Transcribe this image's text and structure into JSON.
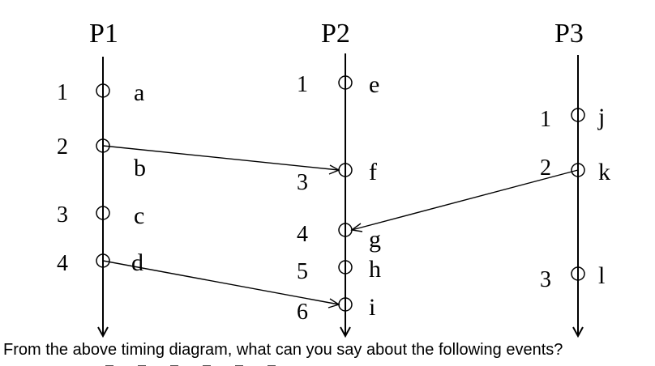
{
  "processes": [
    {
      "name": "P1",
      "events": [
        {
          "num": "1",
          "label": "a"
        },
        {
          "num": "2",
          "label": "b"
        },
        {
          "num": "3",
          "label": "c"
        },
        {
          "num": "4",
          "label": "d"
        }
      ]
    },
    {
      "name": "P2",
      "events": [
        {
          "num": "1",
          "label": "e"
        },
        {
          "num": "3",
          "label": "f"
        },
        {
          "num": "4",
          "label": "g"
        },
        {
          "num": "5",
          "label": "h"
        },
        {
          "num": "6",
          "label": "i"
        }
      ]
    },
    {
      "name": "P3",
      "events": [
        {
          "num": "1",
          "label": "j"
        },
        {
          "num": "2",
          "label": "k"
        },
        {
          "num": "3",
          "label": "l"
        }
      ]
    }
  ],
  "messages": [
    {
      "from": "b",
      "to": "f"
    },
    {
      "from": "k",
      "to": "g"
    },
    {
      "from": "d",
      "to": "i"
    }
  ],
  "question": "From the above timing diagram, what can you say about the following events?"
}
